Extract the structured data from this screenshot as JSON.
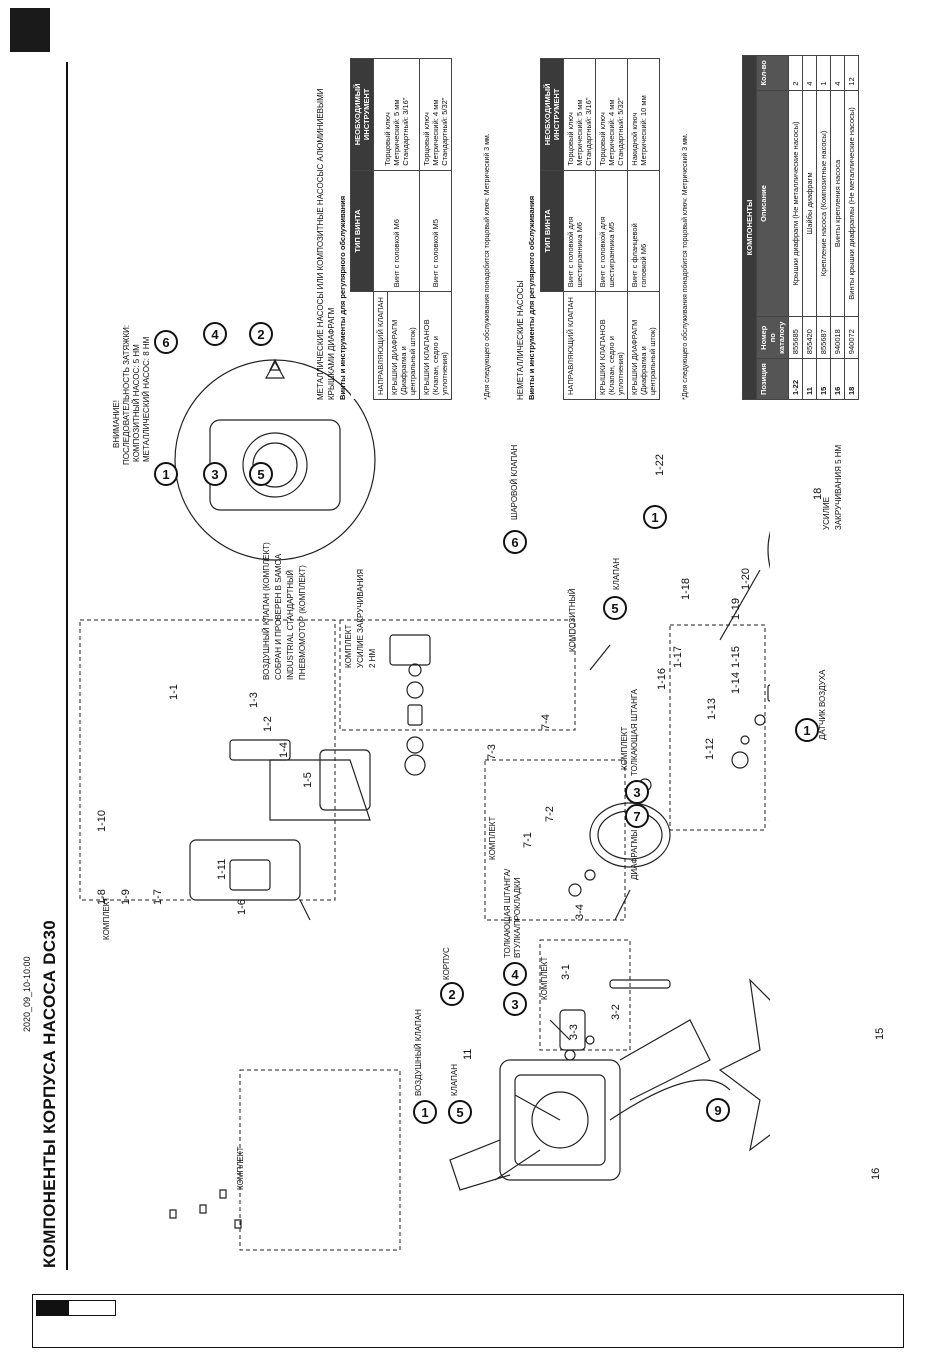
{
  "page": {
    "title": "КОМПОНЕНТЫ КОРПУСА НАСОСА DC30",
    "date": "2020_09_10-10:00"
  },
  "diagram": {
    "kit_left": "КОМПЛЕКТ",
    "kit_main": "КОМПЛЕКТ",
    "air_valve_note": [
      "ВОЗДУШНЫЙ КЛАПАН (КОМПЛЕКТ)",
      "СОБРАН И ПРОВЕРЕН В SAMOA",
      "INDUSTRIAL СТАНДАРТНЫЙ",
      "ПНЕВМОМОТОР (КОМПЛЕКТ)"
    ],
    "valve_kit": [
      "КОМПЛЕКТ",
      "УСИЛИЕ ЗАКРУЧИВАНИЯ",
      "2 НМ"
    ],
    "composite": "КОМПОЗИТНЫЙ",
    "ball_valve": "ШАРОВОЙ КЛАПАН",
    "klapan": "КЛАПАН",
    "push_rod_kit": "КОМПЛЕКТ",
    "push_rod": "ТОЛКАЮЩАЯ ШТАНГА",
    "diaphragm_kit": "КОМПЛЕКТ",
    "diaphragms": "ДИАФРАГМЫ",
    "rod_bushing": [
      "ТОЛКАЮЩАЯ ШТАНГА/",
      "ВТУЛКА/ПРОКЛАДКИ"
    ],
    "rod_kit": "КОМПЛЕКТ",
    "korpus": "КОРПУС",
    "air_valve": "ВОЗДУШНЫЙ КЛАПАН",
    "klapan2": "КЛАПАН",
    "air_sensor": "ДАТЧИК ВОЗДУХА",
    "torque": [
      "УСИЛИЕ",
      "ЗАКРУЧИВАНИЯ 5 НМ"
    ],
    "warning": [
      "ВНИМАНИЕ!",
      "ПОСЛЕДОВАТЕЛЬНОСТЬ ЗАТЯЖКИ:",
      "КОМПОЗИТНЫЙ НАСОС: 5 НМ",
      "МЕТАЛЛИЧЕСКИЙ НАСОС: 8 НМ"
    ],
    "callouts": [
      "1",
      "2",
      "3",
      "4",
      "5",
      "6",
      "7",
      "9",
      "1-1",
      "1-2",
      "1-3",
      "1-4",
      "1-5",
      "1-6",
      "1-7",
      "1-8",
      "1-9",
      "1-10",
      "1-11",
      "1-12",
      "1-13",
      "1-14",
      "1-15",
      "1-16",
      "1-17",
      "1-18",
      "1-19",
      "1-20",
      "1-22",
      "3-1",
      "3-2",
      "3-3",
      "3-4",
      "7-1",
      "7-2",
      "7-3",
      "7-4",
      "11",
      "15",
      "16",
      "18"
    ]
  },
  "metal_section": {
    "title": [
      "МЕТАЛЛИЧЕСКИЕ НАСОСЫ ИЛИ КОМПОЗИТНЫЕ НАСОСЫС АЛЮМИНИЕВЫМИ",
      "КРЫШКАМИ ДИАФРАГМ"
    ],
    "subtitle": "Винты и инструменты для регулярного обслуживания",
    "headers": [
      "ТИП ВИНТА",
      "НЕОБХОДИМЫЙ ИНСТРУМЕНТ"
    ],
    "rows": [
      {
        "part": "НАПРАВЛЯЮЩИЙ КЛАПАН",
        "screw": "Винт с головкой М6",
        "tool": "Торцовый ключ\nМетрический: 5 мм\nСтандартный: 3/16\""
      },
      {
        "part": "КРЫШКИ ДИАФРАГМ\n(Диафрагма и\nцентральный шток)",
        "screw": "",
        "tool": ""
      },
      {
        "part": "КРЫШКИ КЛАПАНОВ\n(Клапан, седло и\nуплотнения)",
        "screw": "Винт с головкой М5",
        "tool": "Торцовый ключ\nМетрический: 4 мм\nСтандартный: 5/32\""
      }
    ],
    "note": "*Для следующего обслуживания понадобится торцовый ключ: Метрический 3 мм."
  },
  "nonmetal_section": {
    "title": "НЕМЕТАЛЛИЧЕСКИЕ НАСОСЫ",
    "subtitle": "Винты и инструменты для регулярного обслуживания",
    "headers": [
      "ТИП ВИНТА",
      "НЕОБХОДИМЫЙ ИНСТРУМЕНТ"
    ],
    "rows": [
      {
        "part": "НАПРАВЛЯЮЩИЙ КЛАПАН",
        "screw": "Винт с головкой для\nшестигранника М6",
        "tool": "Торцовый ключ\nМетрический: 5 мм\nСтандартный: 3/16\""
      },
      {
        "part": "КРЫШКИ КЛАПАНОВ\n(Клапан, седло и уплотнения)",
        "screw": "Винт с головкой для\nшестигранника М5",
        "tool": "Торцовый ключ\nМетрический: 4 мм\nСтандартный: 5/32\""
      },
      {
        "part": "КРЫШКИ ДИАФРАГМ\n(Диафрагма и\nцентральный шток)",
        "screw": "Винт с фланцевой\nголовкой М6",
        "tool": "Накидной ключ\nМетрический: 10 мм"
      }
    ],
    "note": "*Для следующего обслуживания понадобится торцовый ключ: Метрический 3 мм."
  },
  "components": {
    "title": "КОМПОНЕНТЫ",
    "headers": [
      "Позиция",
      "Номер по каталогу",
      "Описание",
      "Кол-во"
    ],
    "rows": [
      [
        "1-22",
        "855685",
        "Крышки диафрагм (Не металлические насосы)",
        "2"
      ],
      [
        "11",
        "855420",
        "Шайбы диафрагм",
        "4"
      ],
      [
        "15",
        "855687",
        "Крепление насоса (Композитные насосы)",
        "1"
      ],
      [
        "16",
        "940018",
        "Винты крепления насоса",
        "4"
      ],
      [
        "18",
        "940072",
        "Винты крышки диафрагмы (Не металлические насосы)",
        "12"
      ]
    ]
  }
}
